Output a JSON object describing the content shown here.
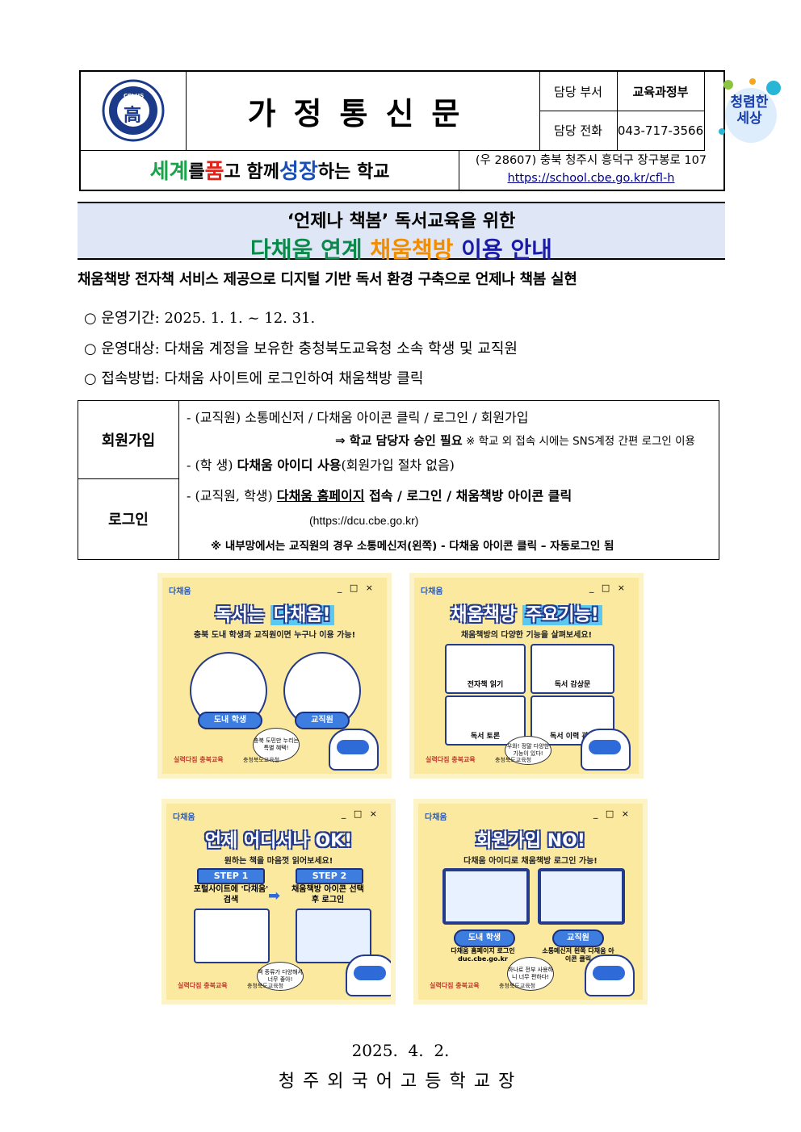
{
  "header": {
    "school_logo_text": "高",
    "school_logo_letters": "CFLHS",
    "title": "가정통신문",
    "dept_label": "담당 부서",
    "dept_value": "교육과정부",
    "phone_label": "담당 전화",
    "phone_value": "043-717-3566",
    "emblem_text": "청렴한 세상",
    "slogan": {
      "p1": "세계",
      "p2": "를 ",
      "p3": "품",
      "p4": "고 함께 ",
      "p5": "성장",
      "p6": "하는 학교"
    },
    "address": "(우 28607) 충북 청주시 흥덕구 장구봉로 107",
    "url": "https://school.cbe.go.kr/cfl-h"
  },
  "title_band": {
    "line1": "‘언제나 책봄’ 독서교육을 위한",
    "line2_a": "다채움 연계 ",
    "line2_b": "채움책방",
    "line2_c": " 이용 안내"
  },
  "summary": "채움책방 전자책 서비스 제공으로 디지털 기반 독서 환경 구축으로 언제나 책봄 실현",
  "bullets": [
    "○ 운영기간: 2025. 1. 1. ~ 12. 31.",
    "○ 운영대상: 다채움 계정을 보유한 충청북도교육청 소속 학생 및 교직원",
    "○ 접속방법: 다채움 사이트에 로그인하여 채움책방 클릭"
  ],
  "info_table": {
    "signup": {
      "label": "회원가입",
      "line1": "- (교직원) 소통메신저 / 다채움 아이콘 클릭 / 로그인 / 회원가입",
      "line2_a": "⇒ 학교 담당자 승인 필요",
      "line2_b": " ※ 학교 외 접속 시에는 SNS계정 간편 로그인 이용",
      "line3_a": "- (학   생) ",
      "line3_b": "다채움 아이디 사용",
      "line3_c": "(회원가입 절차 없음)"
    },
    "login": {
      "label": "로그인",
      "line1_a": "- (교직원, 학생) ",
      "line1_b": "다채움 홈페이지",
      "line1_c": " 접속 / 로그인 / 채움책방 아이콘 클릭",
      "line2": "(https://dcu.cbe.go.kr)",
      "line3": "※ 내부망에서는 교직원의 경우 소통메신저(왼쪽) - 다채움 아이콘 클릭 – 자동로그인 됨"
    }
  },
  "posters": {
    "common": {
      "brand": "다채움",
      "window_controls": "_ □ ×",
      "footer_left": "실력다짐 충북교육",
      "footer_right": "충청북도교육청"
    },
    "p1": {
      "head_a": "독서는 ",
      "head_b": "다채움!",
      "sub": "충북 도내 학생과 교직원이면 누구나 이용 가능!",
      "pill1": "도내 학생",
      "pill2": "교직원",
      "bubble": "충북 도민만 누리는 특별 혜택!"
    },
    "p2": {
      "head_a": "채움책방 ",
      "head_b": "주요기능!",
      "sub": "채움책방의 다양한 기능을 살펴보세요!",
      "card1": "전자책 읽기",
      "card2": "독서 감상문",
      "card3": "독서 토론",
      "card4": "독서 이력 관리",
      "bubble": "우와! 정말 다양한 기능이 있다!"
    },
    "p3": {
      "head": "언제 어디서나 OK!",
      "sub": "원하는 책을 마음껏 읽어보세요!",
      "step1": "STEP 1",
      "step2": "STEP 2",
      "step1_text": "포털사이트에 '다채움' 검색",
      "step2_text": "채움책방 아이콘 선택 후 로그인",
      "bubble": "책 종류가 다양해서 너무 좋아!"
    },
    "p4": {
      "head": "회원가입 NO!",
      "sub": "다채움 아이디로 채움책방 로그인 가능!",
      "pill1": "도내 학생",
      "pill2": "교직원",
      "text1": "다채움 홈페이지 로그인 duc.cbe.go.kr",
      "text2": "소통메신저 왼쪽 다채움 아이콘 클릭",
      "bubble": "하나로 전부 사용하니 너무 편하다!"
    }
  },
  "date": "2025.  4.  2.",
  "signature": "청주외국어고등학교장"
}
